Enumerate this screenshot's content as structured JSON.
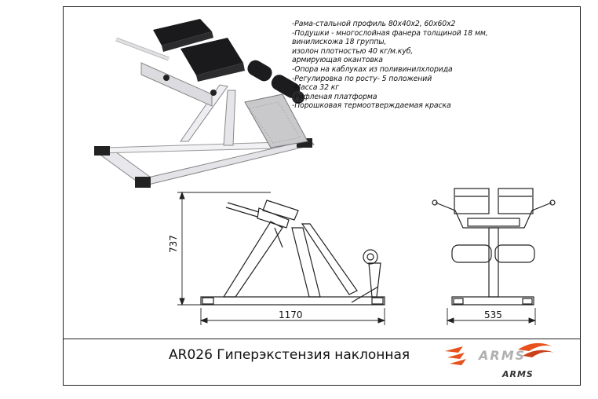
{
  "specs": [
    "-Рама-стальной профиль 80х40х2, 60х60х2",
    "-Подушки - многослойная фанера толщиной 18 мм,",
    "винилискожа 18 группы,",
    "изолон плотностью 40 кг/м.куб,",
    "армирующая окантовка",
    "-Опора на каблуках из поливинилхлорида",
    "-Регулировка по росту- 5 положений",
    "-Масса 32 кг",
    "-Рифленая платформа",
    "-Порошковая термоотверждаемая краска"
  ],
  "dimensions": {
    "length": "1170",
    "height": "737",
    "width": "535"
  },
  "title": "AR026 Гиперэкстензия наклонная",
  "logo": {
    "brand_large": "ARMS",
    "brand_small": "ARMS",
    "accent_color": "#e8511c"
  }
}
